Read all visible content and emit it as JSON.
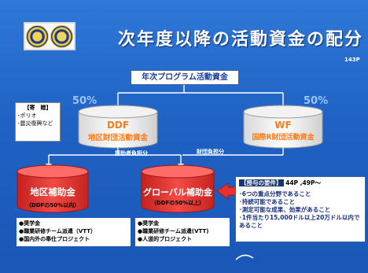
{
  "title": "次年度以降の活動資金の配分",
  "page_number": "143P",
  "annual_fund": "年次プログラム活動資金",
  "left_percent": "50%",
  "right_percent": "50%",
  "ddf": {
    "line1": "DDF",
    "line2": "地区財団活動資金"
  },
  "wf": {
    "line1": "WF",
    "line2": "国際R財団活動資金"
  },
  "kifu": {
    "header": "【寄　贈】",
    "items": [
      "･ポリオ",
      "･震災復興など"
    ]
  },
  "label_applicant_share": "援助者負担分",
  "label_foundation_share": "財団負担分",
  "district_grant": {
    "name": "地区補助金",
    "sub": "（DDFの50%以内）"
  },
  "global_grant": {
    "name": "グローバル補助金",
    "sub": "（DDFの50%以上）"
  },
  "district_items": [
    "●奨学金",
    "●職業研修チーム派遣（VTT）",
    "●国内外の奉仕プロジェクト"
  ],
  "global_items": [
    "●奨学金",
    "●職業研修チーム派遣(VTT)",
    "●人道的プロジェクト"
  ],
  "requirements": {
    "header": "【授与の要件】",
    "pages": "44P ,49P～",
    "items": [
      "･6つの重点分野であること",
      "･持続可能であること",
      "･測定可能な成果、効果があること",
      "･1件当たり15,000ドル以上20万ドル以内であること"
    ]
  },
  "colors": {
    "background": "#1f62c4",
    "red": "#e9312e",
    "orange_text": "#ff7a1a"
  }
}
